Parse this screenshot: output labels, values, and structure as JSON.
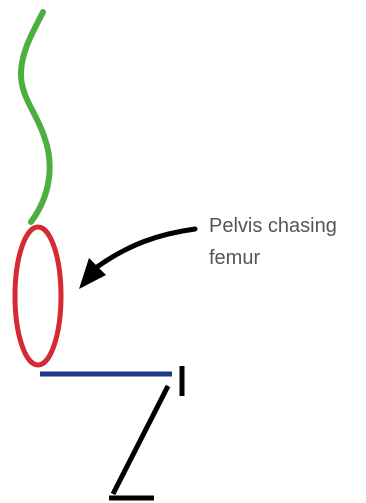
{
  "annotation": {
    "line1": "Pelvis chasing",
    "line2": "femur"
  },
  "colors": {
    "spine": "#4caf3f",
    "pelvis": "#d42a33",
    "femur": "#1e3a8a",
    "leg": "#000000",
    "arrow": "#000000",
    "text": "#555555"
  },
  "parts": {
    "spine": "spine-curve",
    "pelvis": "pelvis-ellipse",
    "femur": "femur-bar",
    "leg": "lower-leg",
    "arrow": "curved-arrow-icon"
  }
}
